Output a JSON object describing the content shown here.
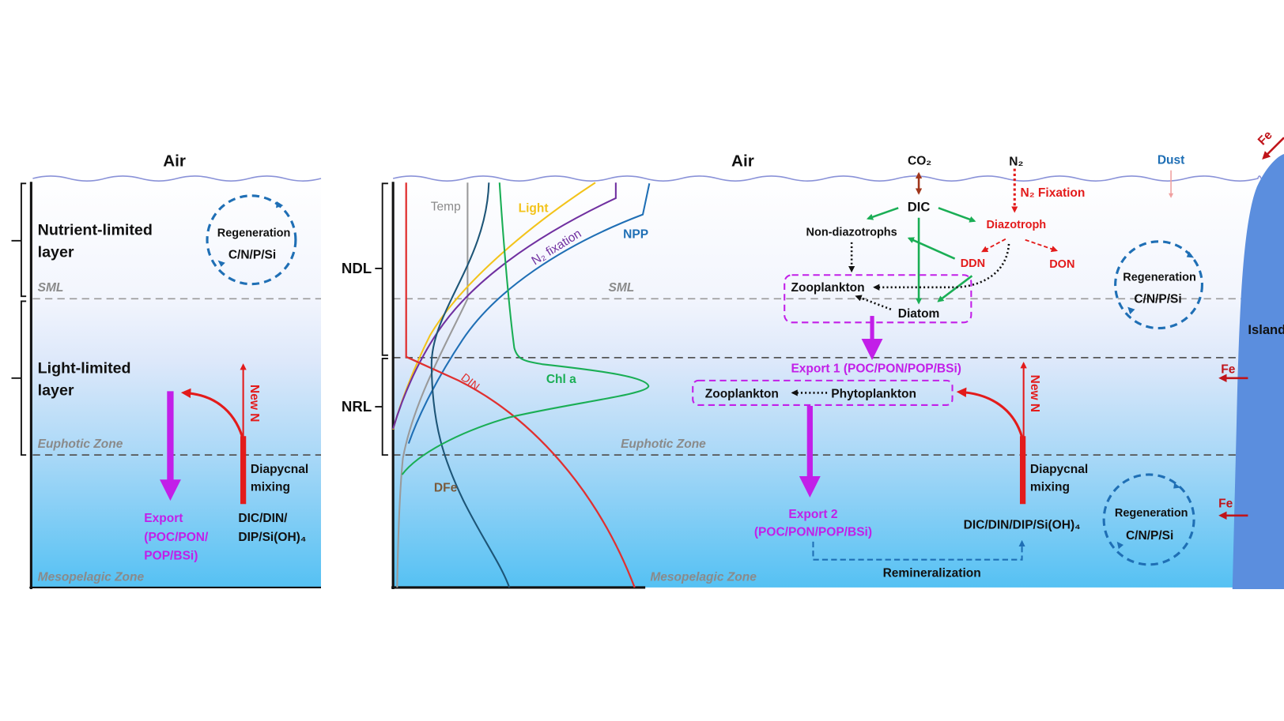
{
  "colors": {
    "water_top": "#ffffff",
    "water_bottom": "#55c1f3",
    "island": "#5b8ede",
    "export": "#c21fe8",
    "nitrogen": "#e31b1b",
    "regeneration": "#1f6fb5",
    "uptake": "#1aae55"
  },
  "left_panel": {
    "air": "Air",
    "nutrient_limited": [
      "Nutrient-limited",
      "layer"
    ],
    "light_limited": [
      "Light-limited",
      "layer"
    ],
    "sml": "SML",
    "euphotic": "Euphotic Zone",
    "mesopelagic": "Mesopelagic Zone",
    "regeneration": "Regeneration",
    "regeneration_elements": "C/N/P/Si",
    "new_n": "New N",
    "diapycnal": [
      "Diapycnal",
      "mixing"
    ],
    "export": [
      "Export",
      "(POC/PON/",
      "POP/BSi)"
    ],
    "nutrients": [
      "DIC/DIN/",
      "DIP/Si(OH)₄"
    ]
  },
  "profile_panel": {
    "ndl": "NDL",
    "nrl": "NRL",
    "curves": {
      "temp": "Temp",
      "light": "Light",
      "n2_fixation": "N₂ fixation",
      "npp": "NPP",
      "din": "DIN",
      "chl": "Chl a",
      "dfe": "DFe"
    }
  },
  "right_panel": {
    "air": "Air",
    "co2": "CO₂",
    "n2": "N₂",
    "dust": "Dust",
    "n2_fixation": "N₂ Fixation",
    "dic": "DIC",
    "diazotroph": "Diazotroph",
    "non_diazotrophs": "Non-diazotrophs",
    "ddn": "DDN",
    "don": "DON",
    "zooplankton": "Zooplankton",
    "diatom": "Diatom",
    "sml": "SML",
    "euphotic": "Euphotic Zone",
    "mesopelagic": "Mesopelagic Zone",
    "export1": "Export 1 (POC/PON/POP/BSi)",
    "zooplankton2": "Zooplankton",
    "phytoplankton": "Phytoplankton",
    "export2": [
      "Export 2",
      "(POC/PON/POP/BSi)"
    ],
    "new_n": "New N",
    "diapycnal": [
      "Diapycnal",
      "mixing"
    ],
    "nutrients": "DIC/DIN/DIP/Si(OH)₄",
    "remineralization": "Remineralization",
    "regeneration": "Regeneration",
    "regeneration_elements": "C/N/P/Si",
    "fe": "Fe",
    "island": "Island"
  }
}
